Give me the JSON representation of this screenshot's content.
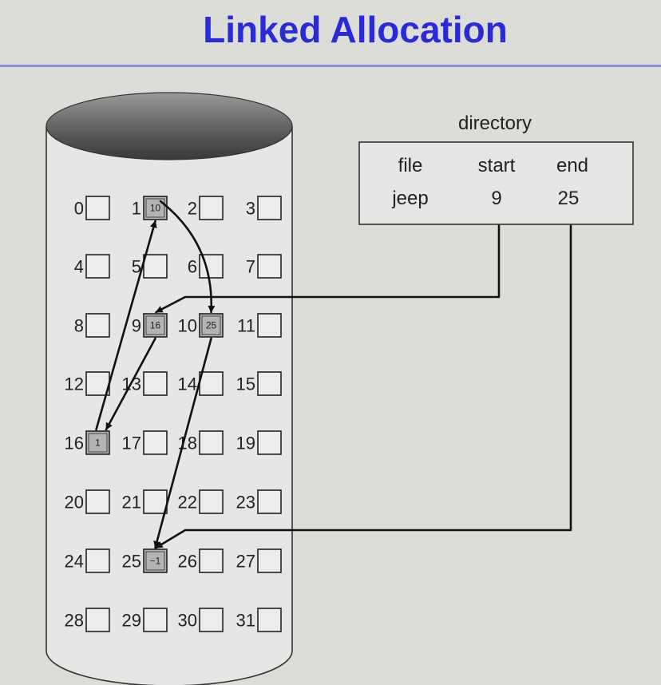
{
  "title": "Linked Allocation",
  "disk": {
    "blocks": [
      {
        "num": "0"
      },
      {
        "num": "1",
        "next": "10"
      },
      {
        "num": "2"
      },
      {
        "num": "3"
      },
      {
        "num": "4"
      },
      {
        "num": "5"
      },
      {
        "num": "6"
      },
      {
        "num": "7"
      },
      {
        "num": "8"
      },
      {
        "num": "9",
        "next": "16"
      },
      {
        "num": "10",
        "next": "25"
      },
      {
        "num": "11"
      },
      {
        "num": "12"
      },
      {
        "num": "13"
      },
      {
        "num": "14"
      },
      {
        "num": "15"
      },
      {
        "num": "16",
        "next": "1"
      },
      {
        "num": "17"
      },
      {
        "num": "18"
      },
      {
        "num": "19"
      },
      {
        "num": "20"
      },
      {
        "num": "21"
      },
      {
        "num": "22"
      },
      {
        "num": "23"
      },
      {
        "num": "24"
      },
      {
        "num": "25",
        "next": "−1"
      },
      {
        "num": "26"
      },
      {
        "num": "27"
      },
      {
        "num": "28"
      },
      {
        "num": "29"
      },
      {
        "num": "30"
      },
      {
        "num": "31"
      }
    ],
    "chain": [
      "9",
      "16",
      "1",
      "10",
      "25"
    ],
    "used_fill": "#b4b4b4",
    "free_fill": "#ececea"
  },
  "directory": {
    "label": "directory",
    "headers": {
      "file": "file",
      "start": "start",
      "end": "end"
    },
    "row": {
      "file": "jeep",
      "start": "9",
      "end": "25"
    }
  }
}
